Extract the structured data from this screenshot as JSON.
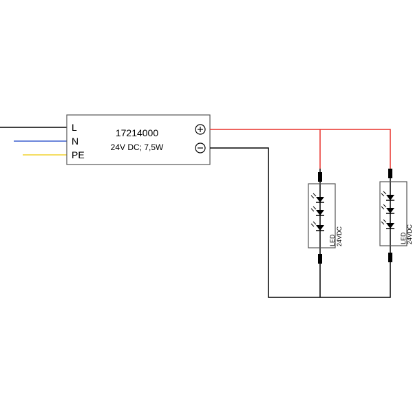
{
  "driver": {
    "model": "17214000",
    "spec": "24V DC; 7,5W",
    "terminals": {
      "l": "L",
      "n": "N",
      "pe": "PE"
    }
  },
  "led_modules": [
    {
      "label": "LED",
      "voltage": "24VDC"
    },
    {
      "label": "LED",
      "voltage": "24VDC"
    }
  ],
  "colors": {
    "line": "#000000",
    "neutral": "#3a5fcd",
    "earth": "#f2d22e",
    "positive": "#e8302a",
    "negative": "#000000",
    "outline": "#555555"
  }
}
